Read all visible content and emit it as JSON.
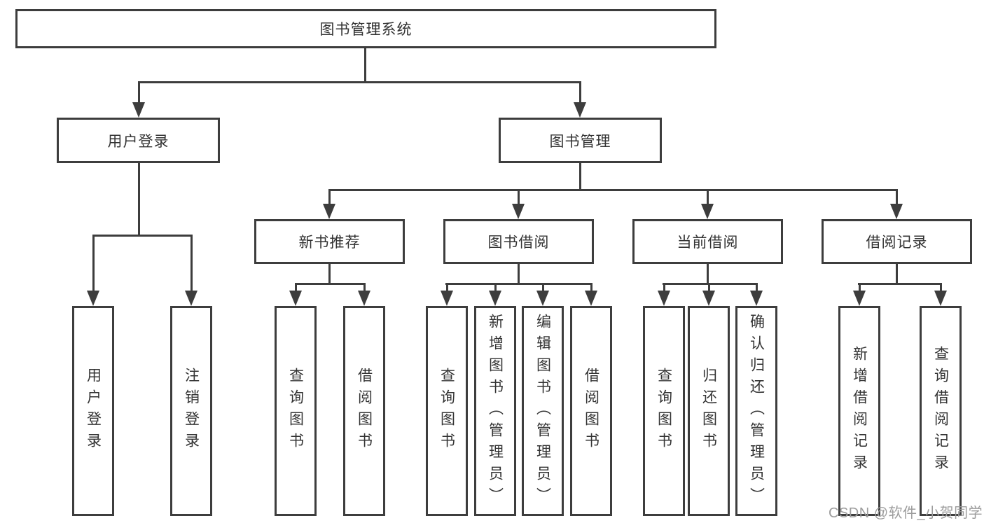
{
  "diagram": {
    "type": "hierarchy-tree",
    "root": {
      "label": "图书管理系统",
      "children": [
        {
          "label": "用户登录",
          "children": [
            {
              "label": "用户登录"
            },
            {
              "label": "注销登录"
            }
          ]
        },
        {
          "label": "图书管理",
          "children": [
            {
              "label": "新书推荐",
              "children": [
                {
                  "label": "查询图书"
                },
                {
                  "label": "借阅图书"
                }
              ]
            },
            {
              "label": "图书借阅",
              "children": [
                {
                  "label": "查询图书"
                },
                {
                  "label": "新增图书（管理员）"
                },
                {
                  "label": "编辑图书（管理员）"
                },
                {
                  "label": "借阅图书"
                }
              ]
            },
            {
              "label": "当前借阅",
              "children": [
                {
                  "label": "查询图书"
                },
                {
                  "label": "归还图书"
                },
                {
                  "label": "确认归还（管理员）"
                }
              ]
            },
            {
              "label": "借阅记录",
              "children": [
                {
                  "label": "新增借阅记录"
                },
                {
                  "label": "查询借阅记录"
                }
              ]
            }
          ]
        }
      ]
    }
  },
  "watermark": {
    "text": "CSDN @软件_小贺同学"
  },
  "colors": {
    "line": "#3d3d3d",
    "text": "#333333",
    "background": "#ffffff",
    "watermark": "#9c9c9c"
  }
}
